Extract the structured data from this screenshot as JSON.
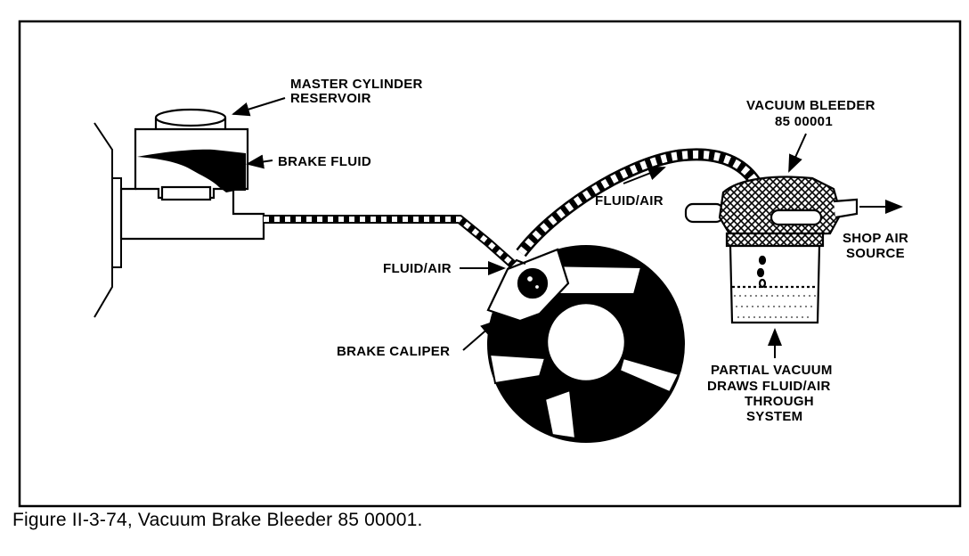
{
  "labels": {
    "master_cylinder_line1": "MASTER CYLINDER",
    "master_cylinder_line2": "RESERVOIR",
    "brake_fluid": "BRAKE FLUID",
    "vacuum_bleeder_line1": "VACUUM BLEEDER",
    "vacuum_bleeder_line2": "85 00001",
    "fluid_air_upper": "FLUID/AIR",
    "fluid_air_lower": "FLUID/AIR",
    "shop_air_line1": "SHOP AIR",
    "shop_air_line2": "SOURCE",
    "brake_caliper": "BRAKE CALIPER",
    "partial_vacuum_line1": "PARTIAL VACUUM",
    "partial_vacuum_line2": "DRAWS FLUID/AIR",
    "partial_vacuum_line3": "THROUGH",
    "partial_vacuum_line4": "SYSTEM"
  },
  "caption": "Figure II-3-74, Vacuum Brake Bleeder 85 00001."
}
